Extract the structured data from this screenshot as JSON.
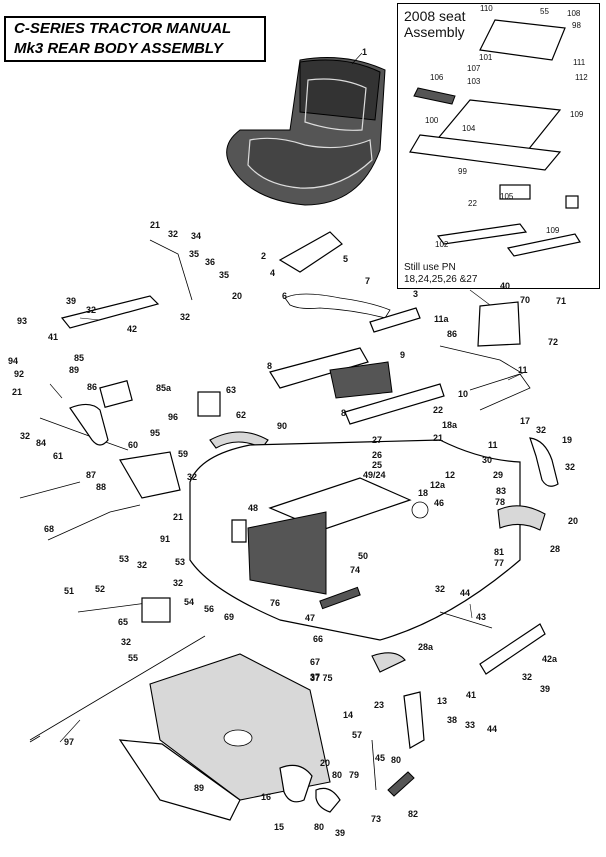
{
  "title": {
    "line1": "C-SERIES TRACTOR MANUAL",
    "line2": "Mk3 REAR BODY ASSEMBLY"
  },
  "inset": {
    "title_line1": "2008 seat",
    "title_line2": "Assembly",
    "note_line1": "Still use PN",
    "note_line2": "18,24,25,26 &27"
  },
  "labels": {
    "l1": "1",
    "l2": "2",
    "l3": "3",
    "l4": "4",
    "l5": "5",
    "l6": "6",
    "l7": "7",
    "l8a": "8",
    "l8b": "8",
    "l9": "9",
    "l10": "10",
    "l11": "11",
    "l11b": "11",
    "l11a": "11a",
    "l12": "12",
    "l12a": "12a",
    "l13": "13",
    "l14": "14",
    "l15": "15",
    "l16": "16",
    "l17": "17",
    "l18": "18",
    "l18a": "18a",
    "l19": "19",
    "l20a": "20",
    "l20b": "20",
    "l20c": "20",
    "l21a": "21",
    "l21b": "21",
    "l21c": "21",
    "l21d": "21",
    "l22": "22",
    "l23": "23",
    "l25": "25",
    "l26": "26",
    "l27": "27",
    "l28": "28",
    "l28a": "28a",
    "l29": "29",
    "l30": "30",
    "l32a": "32",
    "l32b": "32",
    "l32c": "32",
    "l32d": "32",
    "l32e": "32",
    "l32f": "32",
    "l32g": "32",
    "l32h": "32",
    "l32i": "32",
    "l32j": "32",
    "l32k": "32",
    "l32l": "32",
    "l33": "33",
    "l34": "34",
    "l35a": "35",
    "l35b": "35",
    "l36": "36",
    "l37": "37",
    "l38": "38",
    "l39a": "39",
    "l39b": "39",
    "l40": "40",
    "l41a": "41",
    "l41b": "41",
    "l42": "42",
    "l42a": "42a",
    "l43": "43",
    "l44a": "44",
    "l44b": "44",
    "l45": "45",
    "l46": "46",
    "l47": "47",
    "l48": "48",
    "l49": "49/24",
    "l50": "50",
    "l51": "51",
    "l52": "52",
    "l53a": "53",
    "l53b": "53",
    "l54": "54",
    "l55": "55",
    "l56": "56",
    "l57": "57",
    "l59": "59",
    "l60": "60",
    "l61": "61",
    "l62": "62",
    "l63": "63",
    "l65": "65",
    "l66": "66",
    "l67": "67",
    "l68": "68",
    "l69": "69",
    "l70": "70",
    "l71": "71",
    "l72": "72",
    "l73": "73",
    "l74": "74",
    "l75": "37 75",
    "l76": "76",
    "l77": "77",
    "l78": "78",
    "l79": "79",
    "l80a": "80",
    "l80b": "80",
    "l80c": "80",
    "l81": "81",
    "l82": "82",
    "l83": "83",
    "l84": "84",
    "l85": "85",
    "l85a": "85a",
    "l86a": "86",
    "l86b": "86",
    "l87": "87",
    "l88": "88",
    "l89": "89",
    "l90": "90",
    "l91": "91",
    "l92": "92",
    "l93": "93",
    "l94": "94",
    "l95": "95",
    "l96": "96",
    "l97": "97",
    "i55": "55",
    "i98": "98",
    "i99": "99",
    "i100": "100",
    "i101": "101",
    "i102": "102",
    "i103": "103",
    "i104": "104",
    "i105": "105",
    "i106": "106",
    "i107": "107",
    "i108": "108",
    "i109a": "109",
    "i109b": "109",
    "i110": "110",
    "i111": "111",
    "i112": "112",
    "i22": "22"
  }
}
